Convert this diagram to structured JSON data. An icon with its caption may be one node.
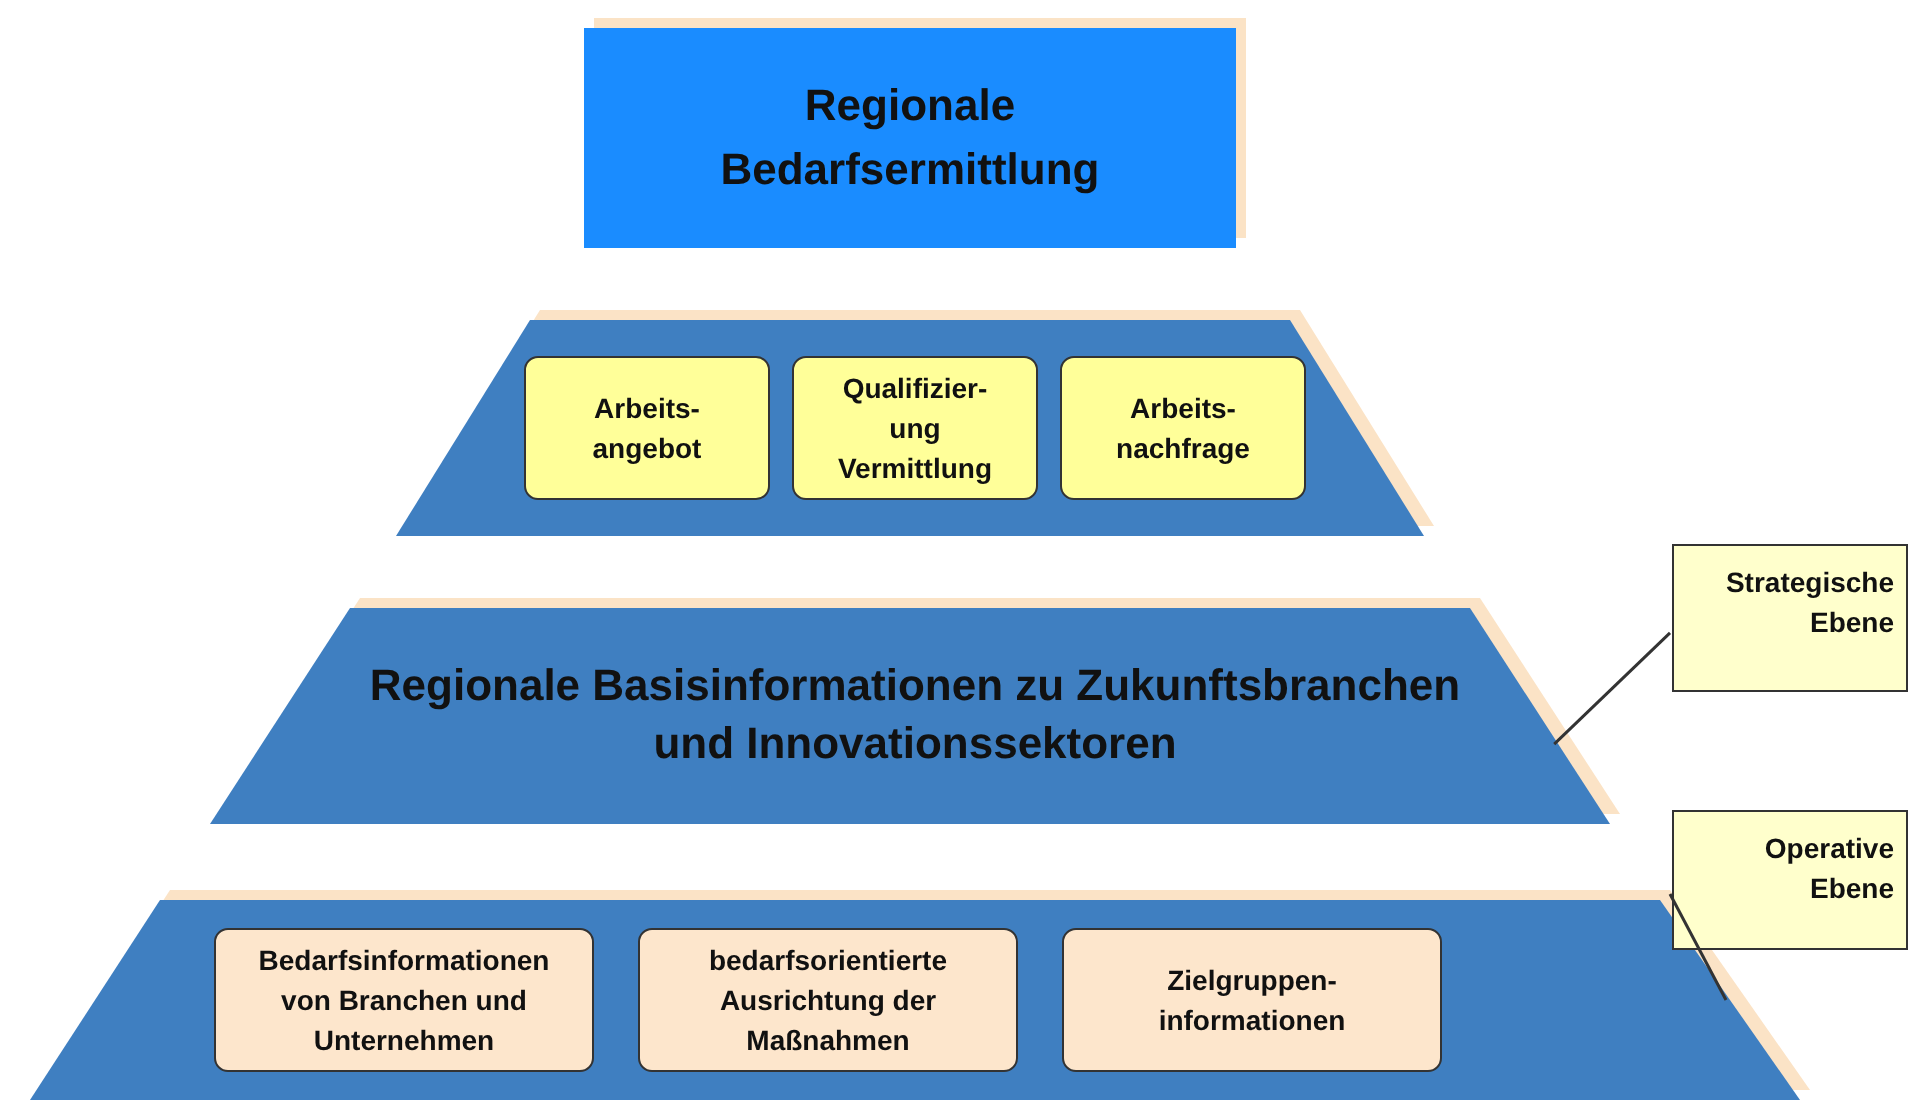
{
  "diagram": {
    "nodes": [
      {
        "text": [
          "Regionale Bedarfsermittlung"
        ]
      },
      {
        "text": [],
        "shape": "trapezoid"
      },
      {
        "text": [
          "Arbeits- angebot"
        ],
        "in": 1
      },
      {
        "text": [
          "Qualifizier- ung Vermittlung"
        ],
        "in": 1
      },
      {
        "text": [
          "Arbeits- nachfrage"
        ],
        "in": 1
      },
      {
        "text": [
          "Regionale Basisinformationen zu Zukunftsbranchen und Innovationssektoren"
        ]
      },
      {
        "text": [],
        "shape": "trapezoid"
      },
      {
        "text": [
          "Bedarfsinformationen von Branchen und Unternehmen"
        ],
        "in": 6
      },
      {
        "text": [
          "bedarfsorientierte Ausrichtung der Maßnahmen"
        ],
        "in": 6
      },
      {
        "text": [
          "Zielgruppen- informationen"
        ],
        "in": 6
      },
      {
        "text": [
          "Strategische Ebene"
        ]
      },
      {
        "text": [
          "Operative Ebene"
        ]
      }
    ],
    "edges": [
      {
        "from": 10,
        "to": 5,
        "arrow": "none"
      },
      {
        "from": 11,
        "to": 6,
        "arrow": "none"
      }
    ]
  }
}
